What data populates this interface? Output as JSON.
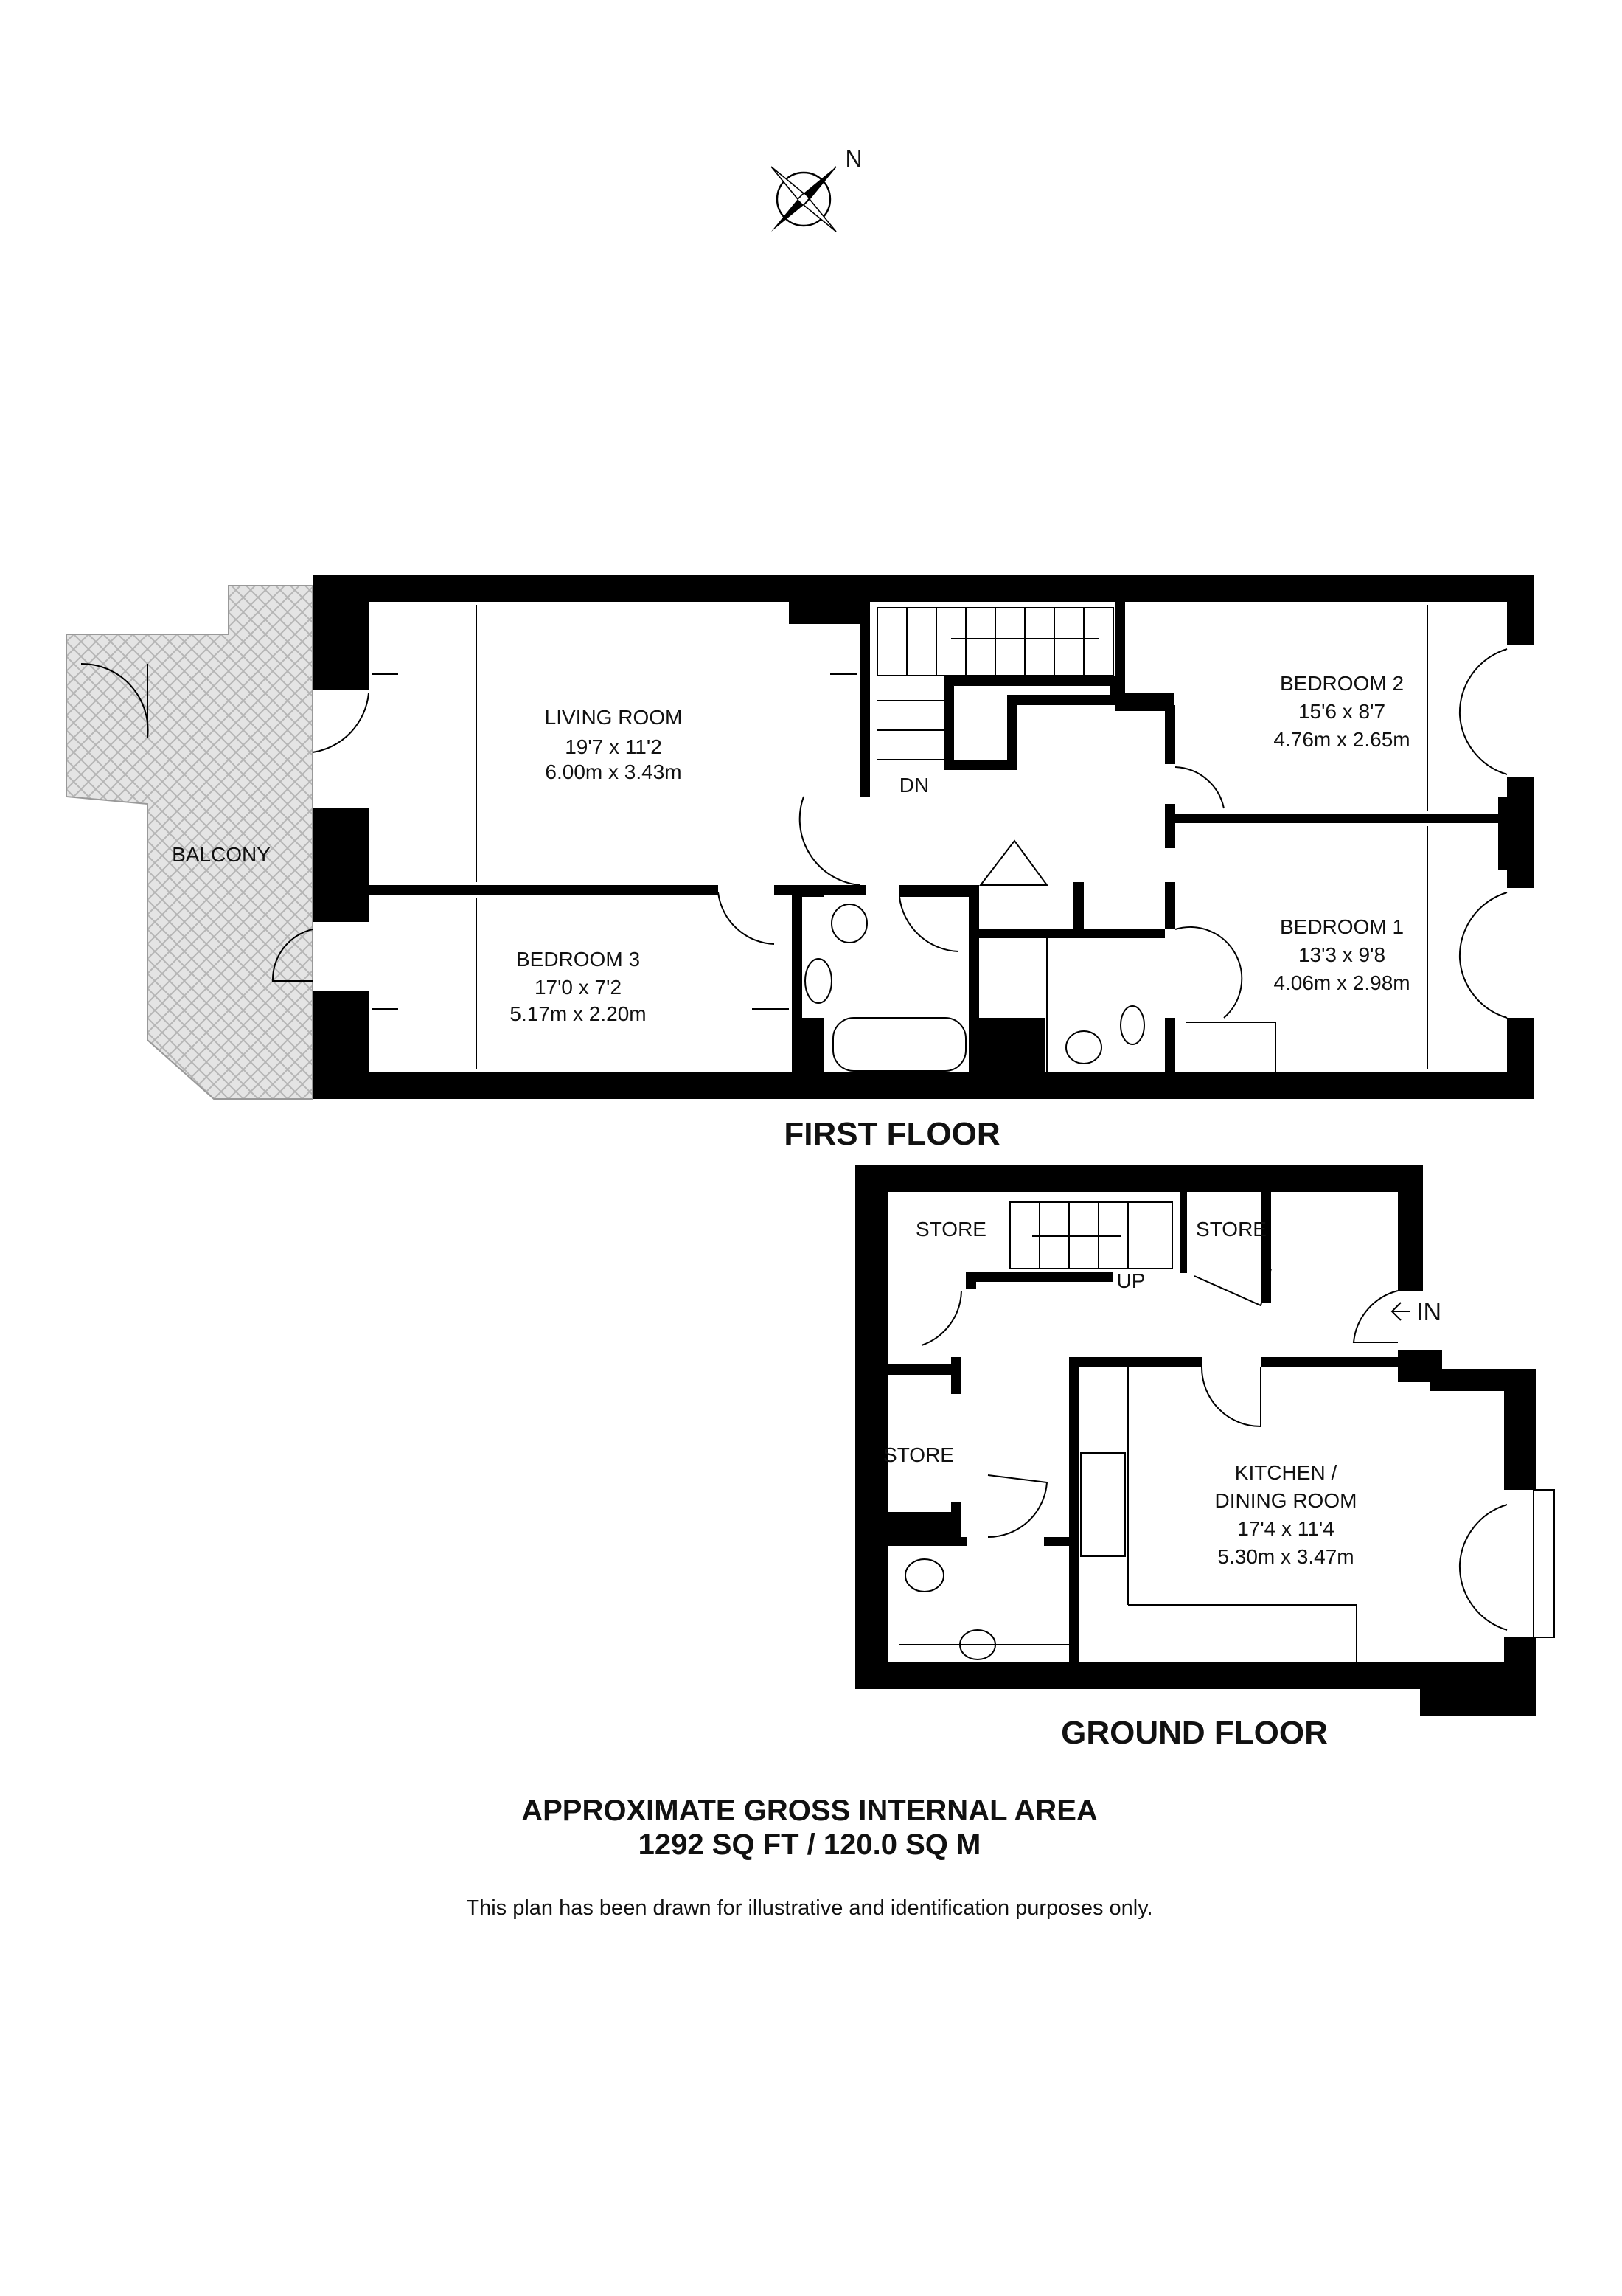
{
  "compass": {
    "north_label": "N",
    "icon": "compass-rose-icon"
  },
  "first_floor": {
    "title": "FIRST FLOOR",
    "stairs_label": "DN",
    "rooms": [
      {
        "name": "LIVING ROOM",
        "imperial": "19'7 x 11'2",
        "metric": "6.00m x 3.43m"
      },
      {
        "name": "BEDROOM 2",
        "imperial": "15'6 x 8'7",
        "metric": "4.76m x 2.65m"
      },
      {
        "name": "BEDROOM 1",
        "imperial": "13'3 x 9'8",
        "metric": "4.06m x 2.98m"
      },
      {
        "name": "BEDROOM 3",
        "imperial": "17'0 x 7'2",
        "metric": "5.17m x 2.20m"
      },
      {
        "name": "BALCONY"
      }
    ]
  },
  "ground_floor": {
    "title": "GROUND FLOOR",
    "stairs_label": "UP",
    "entrance_label": "IN",
    "stores": [
      "STORE",
      "STORE",
      "STORE"
    ],
    "kitchen": {
      "name_line1": "KITCHEN /",
      "name_line2": "DINING ROOM",
      "imperial": "17'4 x 11'4",
      "metric": "5.30m x 3.47m"
    }
  },
  "summary": {
    "heading": "APPROXIMATE GROSS INTERNAL AREA",
    "area": "1292 SQ FT / 120.0 SQ M",
    "disclaimer": "This plan has been drawn for illustrative and identification purposes only."
  },
  "colors": {
    "walls": "#000000",
    "balcony_hatch": "#bdbdbd"
  }
}
